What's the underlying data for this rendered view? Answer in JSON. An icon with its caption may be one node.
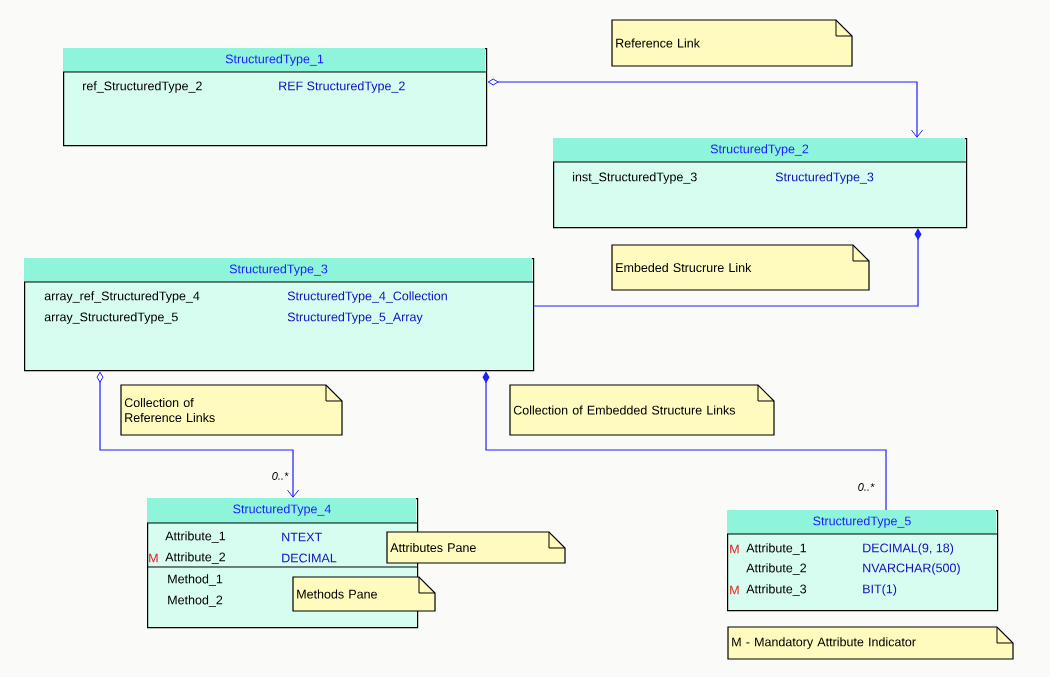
{
  "diagram": {
    "nodes": [
      {
        "text": [
          "StructuredType_1",
          "ref_StructuredType_2",
          "REF StructuredType_2"
        ]
      },
      {
        "text": [
          "Reference Link"
        ]
      },
      {
        "text": [
          "StructuredType_2",
          "inst_StructuredType_3",
          "StructuredType_3"
        ]
      },
      {
        "text": [
          "Embeded Strucrure Link"
        ]
      },
      {
        "text": [
          "StructuredType_3",
          "array_ref_StructuredType_4",
          "StructuredType_4_Collection",
          "array_StructuredType_5",
          "StructuredType_5_Array"
        ]
      },
      {
        "text": [
          "Collection of Reference Links"
        ]
      },
      {
        "text": [
          "Collection of Embedded Structure Links"
        ]
      },
      {
        "text": [
          "StructuredType_4",
          "Attribute_1",
          "NTEXT",
          "M",
          "Attribute_2",
          "DECIMAL",
          "Method_1",
          "Method_2"
        ]
      },
      {
        "text": [
          "Attributes Pane"
        ]
      },
      {
        "text": [
          "Methods Pane"
        ]
      },
      {
        "text": [
          "StructuredType_5",
          "M",
          "Attribute_1",
          "DECIMAL(9, 18)",
          "Attribute_2",
          "NVARCHAR(500)",
          "M",
          "Attribute_3",
          "BIT(1)"
        ]
      },
      {
        "text": [
          "M - Mandatory Attribute Indicator"
        ]
      }
    ],
    "edges": [
      {
        "from": 0,
        "to": 2,
        "arrow": "to"
      },
      {
        "from": 2,
        "to": 4,
        "arrow": "other"
      },
      {
        "from": 4,
        "to": 7,
        "arrow": "to",
        "label": "0..*"
      },
      {
        "from": 4,
        "to": 10,
        "arrow": "other",
        "label": "0..*"
      }
    ]
  }
}
